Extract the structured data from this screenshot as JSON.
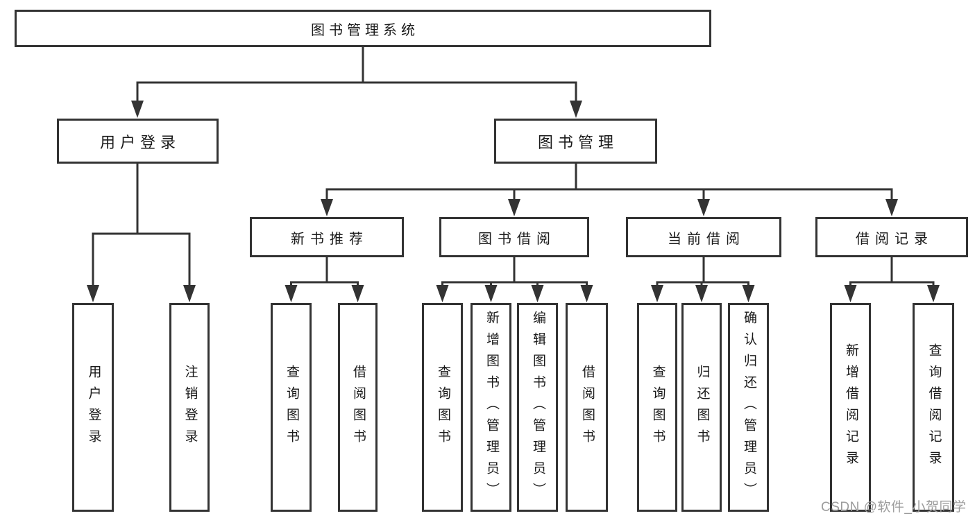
{
  "diagram": {
    "root": {
      "label": "图书管理系统"
    },
    "level2": [
      {
        "label": "用户登录"
      },
      {
        "label": "图书管理"
      }
    ],
    "level3": [
      {
        "label": "新书推荐",
        "parent": "图书管理"
      },
      {
        "label": "图书借阅",
        "parent": "图书管理"
      },
      {
        "label": "当前借阅",
        "parent": "图书管理"
      },
      {
        "label": "借阅记录",
        "parent": "图书管理"
      }
    ],
    "leaves": [
      {
        "label": "用户登录",
        "parent": "用户登录"
      },
      {
        "label": "注销登录",
        "parent": "用户登录"
      },
      {
        "label": "查询图书",
        "parent": "新书推荐"
      },
      {
        "label": "借阅图书",
        "parent": "新书推荐"
      },
      {
        "label": "查询图书",
        "parent": "图书借阅"
      },
      {
        "label": "新增图书（管理员）",
        "parent": "图书借阅"
      },
      {
        "label": "编辑图书（管理员）",
        "parent": "图书借阅"
      },
      {
        "label": "借阅图书",
        "parent": "图书借阅"
      },
      {
        "label": "查询图书",
        "parent": "当前借阅"
      },
      {
        "label": "归还图书",
        "parent": "当前借阅"
      },
      {
        "label": "确认归还（管理员）",
        "parent": "当前借阅"
      },
      {
        "label": "新增借阅记录",
        "parent": "借阅记录"
      },
      {
        "label": "查询借阅记录",
        "parent": "借阅记录"
      }
    ],
    "colors": {
      "line": "#333333",
      "box_border": "#333333",
      "text": "#1a1a1a",
      "background": "#ffffff",
      "watermark": "#9c9c9c"
    }
  },
  "watermark": {
    "text": "CSDN @软件_小贺同学"
  }
}
